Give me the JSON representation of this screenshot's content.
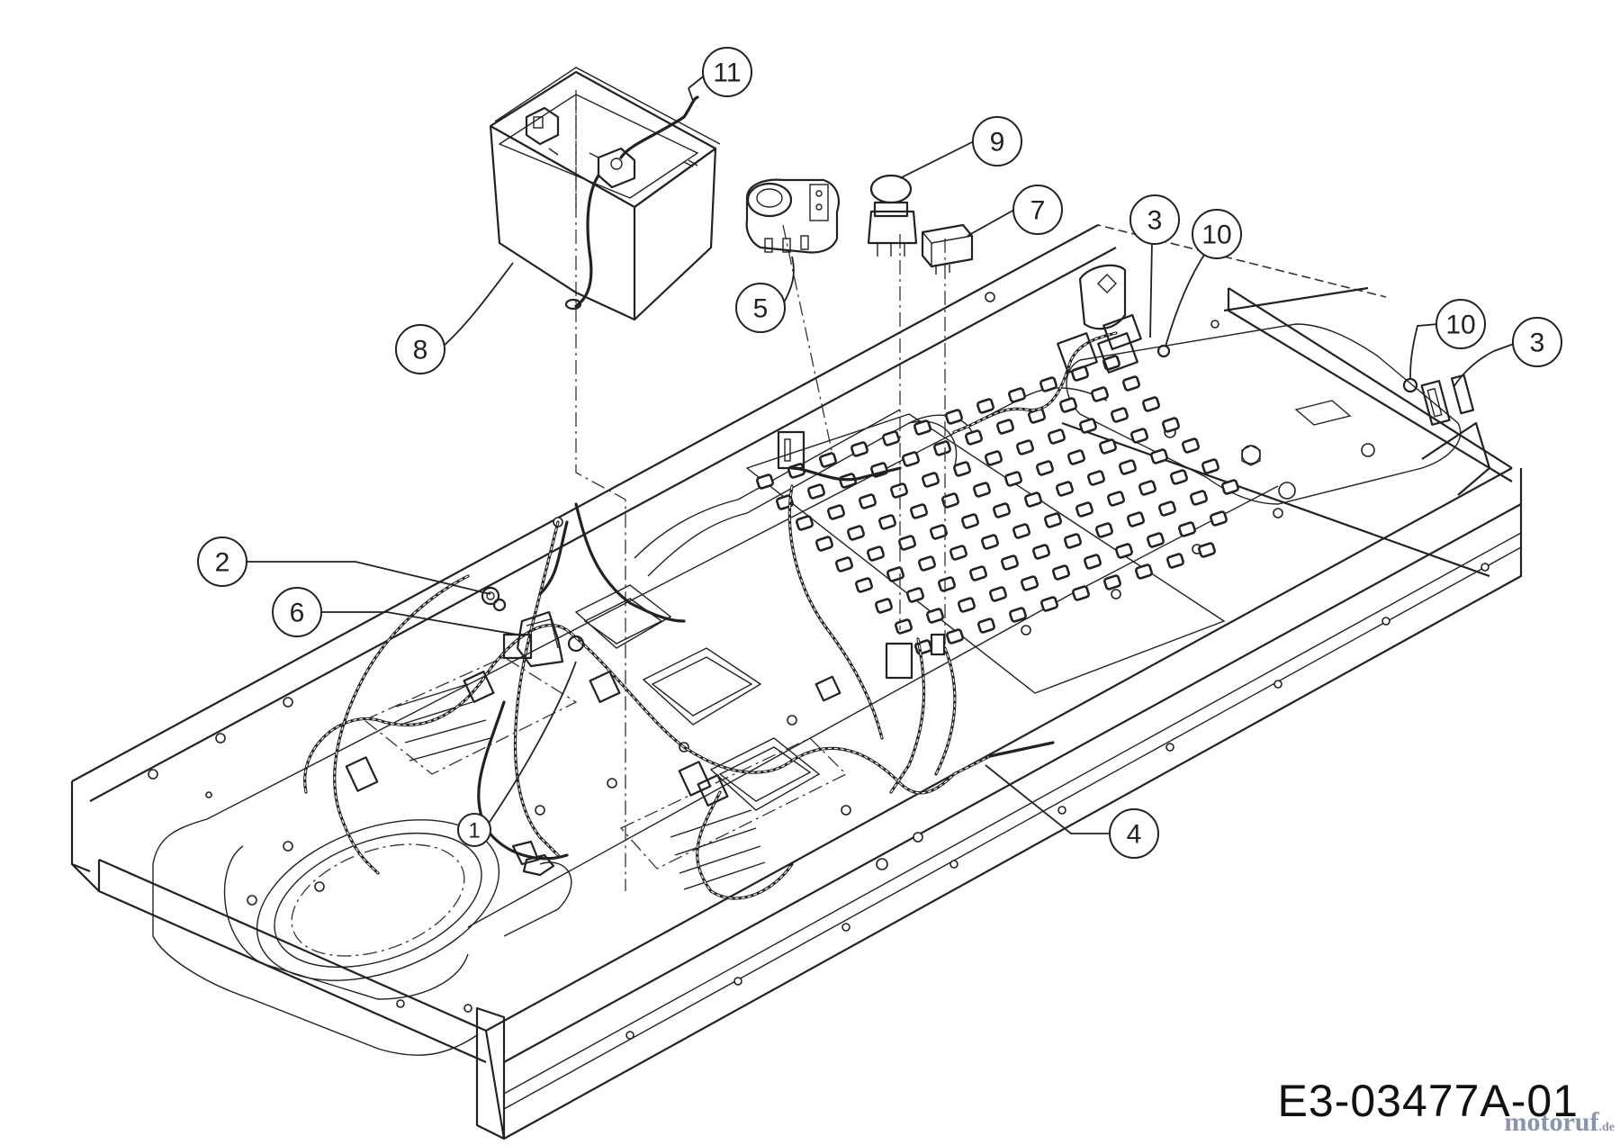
{
  "diagram": {
    "code": "E3-03477A-01",
    "watermark": "motoruf",
    "watermark_suffix": ".de",
    "callouts": [
      "1",
      "2",
      "3",
      "3",
      "4",
      "5",
      "6",
      "7",
      "8",
      "9",
      "10",
      "10",
      "11"
    ]
  }
}
